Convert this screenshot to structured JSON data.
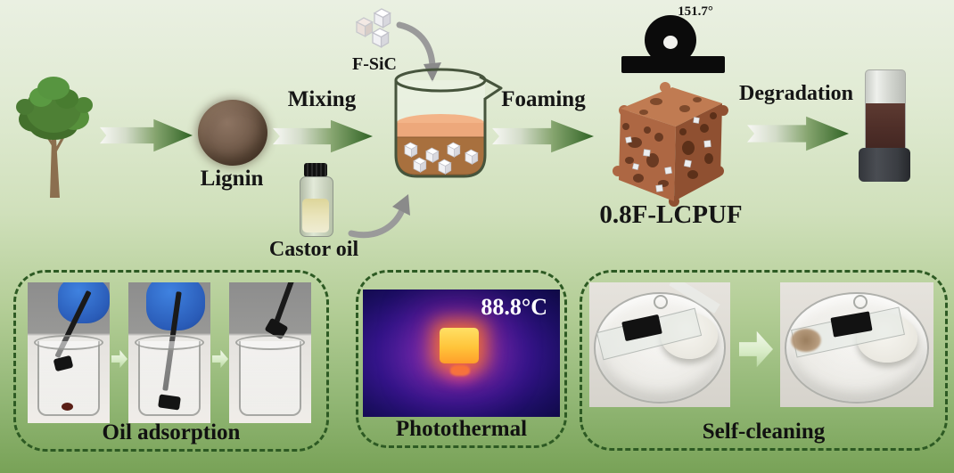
{
  "figure": {
    "flow": {
      "lignin_label": "Lignin",
      "mixing_label": "Mixing",
      "fsic_label": "F-SiC",
      "castor_oil_label": "Castor oil",
      "foaming_label": "Foaming",
      "contact_angle_value": "151.7°",
      "product_label": "0.8F-LCPUF",
      "degradation_label": "Degradation"
    },
    "panels": {
      "oil_adsorption": {
        "label": "Oil adsorption"
      },
      "photothermal": {
        "label": "Photothermal",
        "temperature": "88.8°C"
      },
      "self_cleaning": {
        "label": "Self-cleaning"
      }
    },
    "colors": {
      "background_top": "#eaf0e2",
      "background_bottom": "#78a257",
      "arrow_green": "#2f6324",
      "dashed_border_green": "#2d5a23",
      "foam_brown": "#b06a45",
      "liquid_orange": "#eda97a",
      "lignin_brown": "#65503f",
      "thermal_hot": "#ffc43a",
      "thermal_background": "#1c0e63"
    }
  }
}
